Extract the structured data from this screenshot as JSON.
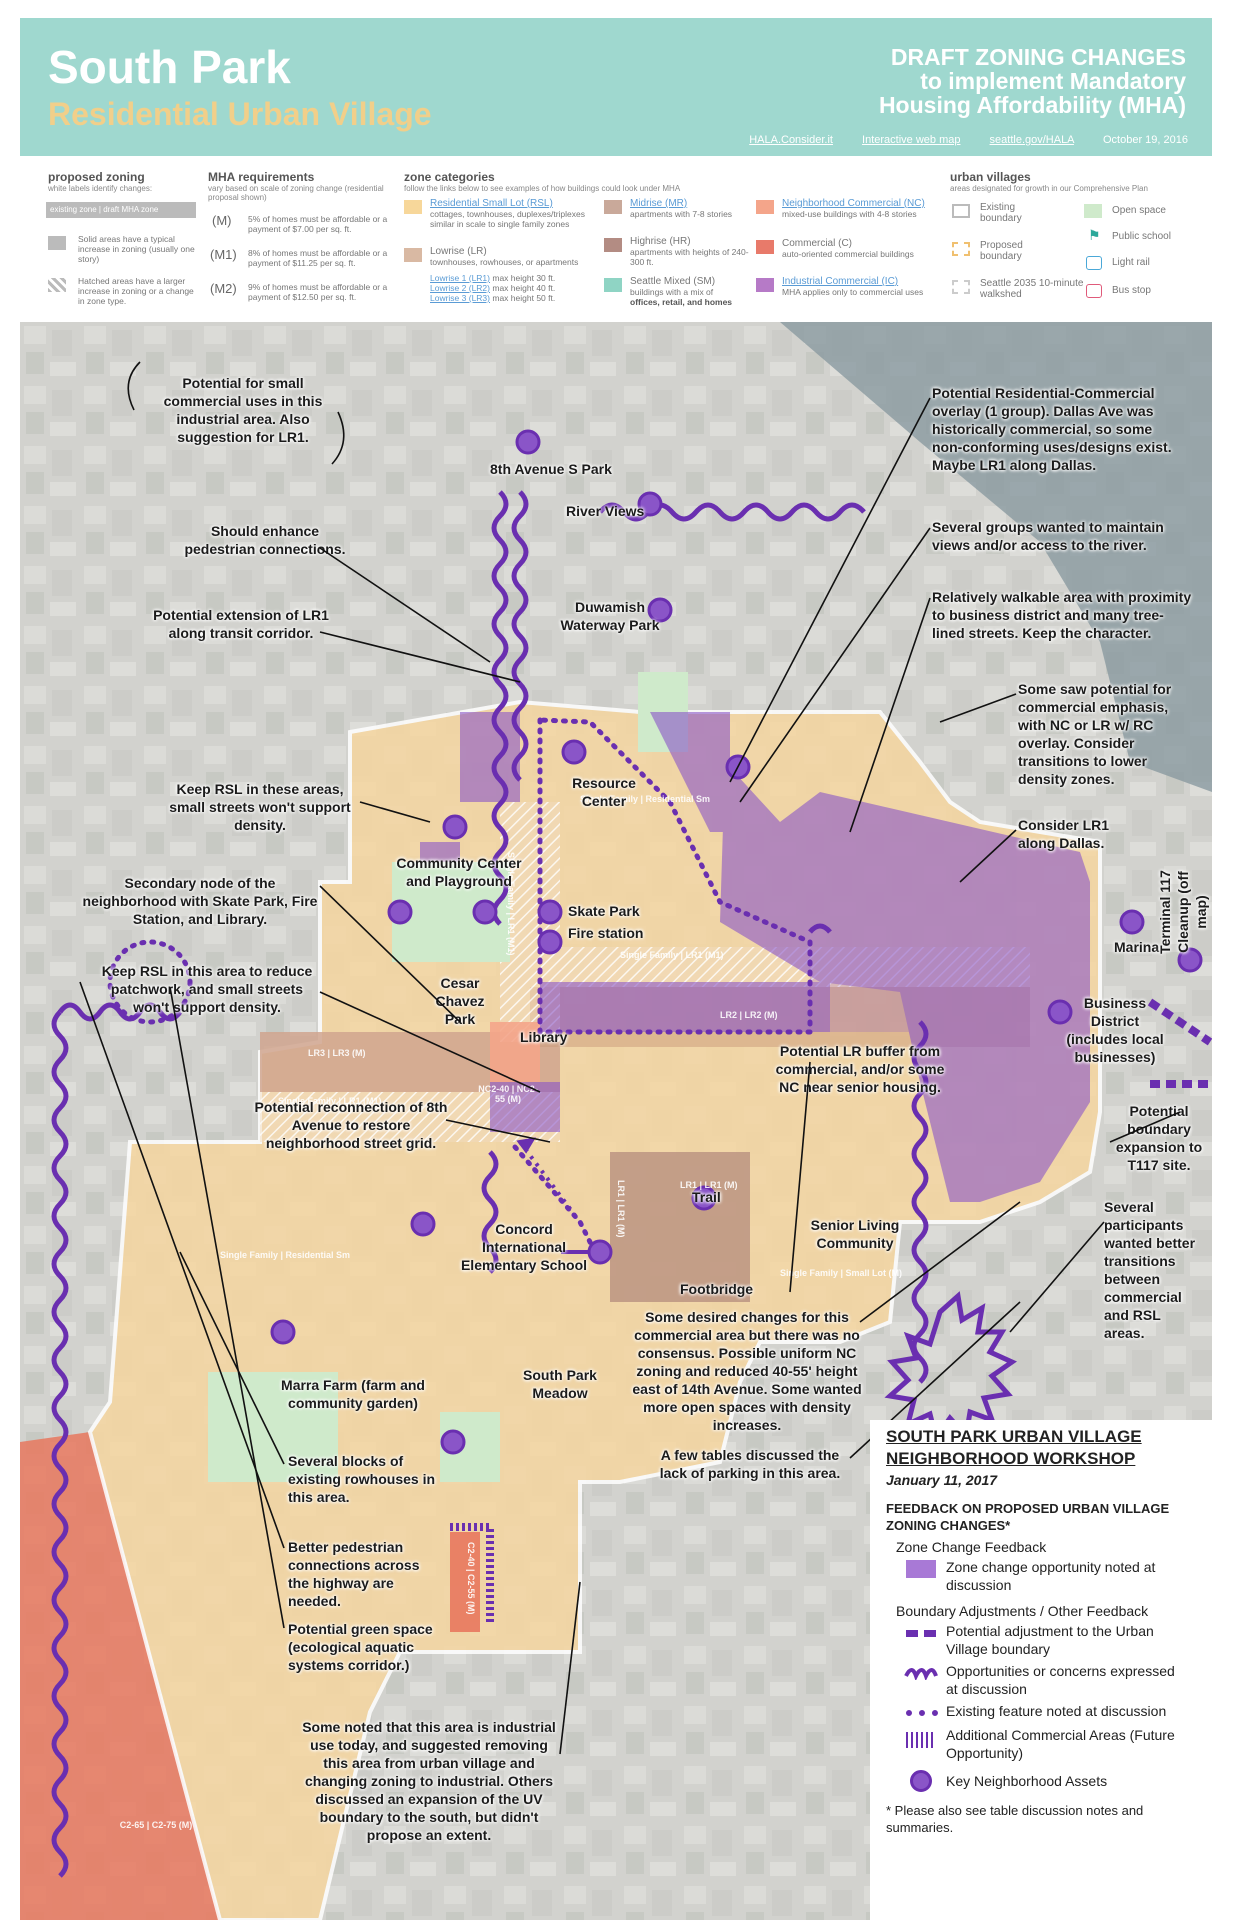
{
  "header": {
    "title": "South Park",
    "subtitle": "Residential Urban Village",
    "draft_line1": "DRAFT ZONING CHANGES",
    "draft_line2": "to implement Mandatory",
    "draft_line3": "Housing Affordability (MHA)",
    "link1": "HALA.Consider.it",
    "link2": "Interactive web map",
    "link3": "seattle.gov/HALA",
    "date": "October 19, 2016"
  },
  "legend": {
    "proposed_zoning": {
      "heading": "proposed zoning",
      "sub": "white labels identify changes:",
      "chip": "existing zone | draft MHA zone",
      "solid": "Solid areas have a typical increase in zoning (usually one story)",
      "hatched": "Hatched areas have a larger increase in zoning or a change in zone type."
    },
    "mha": {
      "heading": "MHA requirements",
      "sub": "vary based on scale of zoning change (residential proposal shown)",
      "items": [
        {
          "code": "(M)",
          "text": "5% of homes must be affordable or a payment of $7.00 per sq. ft."
        },
        {
          "code": "(M1)",
          "text": "8% of homes must be affordable or a payment of $11.25 per sq. ft."
        },
        {
          "code": "(M2)",
          "text": "9% of homes must be affordable or a payment of $12.50 per sq. ft."
        }
      ]
    },
    "zones": {
      "heading": "zone categories",
      "sub": "follow the links below to see examples of how buildings could look under MHA",
      "rsl": "Residential Small Lot (RSL)",
      "rsl_d": "cottages, townhouses, duplexes/triplexes similar in scale to single family zones",
      "lr": "Lowrise (LR)",
      "lr_d": "townhouses, rowhouses, or apartments",
      "lr1": "Lowrise 1 (LR1)",
      "lr1_d": "max height 30 ft.",
      "lr2": "Lowrise 2 (LR2)",
      "lr2_d": "max height 40 ft.",
      "lr3": "Lowrise 3 (LR3)",
      "lr3_d": "max height 50 ft.",
      "mr": "Midrise (MR)",
      "mr_d": "apartments with 7-8 stories",
      "hr": "Highrise (HR)",
      "hr_d": "apartments with heights of 240-300 ft.",
      "sm": "Seattle Mixed (SM)",
      "sm_d": "buildings with a mix of",
      "sm_d2": "offices, retail, and homes",
      "nc": "Neighborhood Commercial (NC)",
      "nc_d": "mixed-use buildings with 4-8 stories",
      "c": "Commercial (C)",
      "c_d": "auto-oriented commercial buildings",
      "ic": "Industrial Commercial (IC)",
      "ic_d": "MHA applies only to commercial uses"
    },
    "uv": {
      "heading": "urban villages",
      "sub": "areas designated for growth in our Comprehensive Plan",
      "existing": "Existing boundary",
      "proposed": "Proposed boundary",
      "walkshed": "Seattle 2035 10-minute walkshed",
      "open": "Open space",
      "school": "Public school",
      "rail": "Light rail",
      "bus": "Bus stop"
    }
  },
  "places": {
    "park8": "8th Avenue S Park",
    "river": "River Views",
    "duwamish": "Duwamish Waterway Park",
    "resource": "Resource Center",
    "community": "Community Center and Playground",
    "skate": "Skate Park",
    "fire": "Fire station",
    "cesar": "Cesar Chavez Park",
    "library": "Library",
    "marina": "Marina",
    "terminal": "Terminal 117 Cleanup (off map)",
    "business": "Business District (includes local businesses)",
    "trail": "Trail",
    "footbridge": "Footbridge",
    "concord": "Concord International Elementary School",
    "senior": "Senior Living Community",
    "marra": "Marra Farm (farm and community garden)",
    "meadow": "South Park Meadow"
  },
  "zone_labels": {
    "sf1": "Single Family | Residential Sm",
    "sf2": "Single Family | LR1 (M1)",
    "sf3": "Single Family | Residential Sm",
    "sf4": "Single Family | LR1 (M1)",
    "lr2": "LR2 | LR2 (M)",
    "lr3": "LR3 | LR3 (M)",
    "nc": "NC2-40 | NC2-55 (M)",
    "c2": "C2-65 | C2-75 (M)",
    "c2b": "C2-40 | C2-55 (M)",
    "lr1": "LR1 | LR1 (M)",
    "lr1b": "LR1 | LR1 (M)",
    "lr1c": "Single Family | LR1 (M1)",
    "sm2": "Single Family | Small Lot (M)"
  },
  "annotations": {
    "a1": "Potential for small commercial uses in this industrial area. Also suggestion for LR1.",
    "a2": "Should enhance pedestrian connections.",
    "a3": "Potential extension of LR1 along transit corridor.",
    "a4": "Keep RSL in these areas, small streets won't support density.",
    "a5": "Secondary node of the neighborhood with Skate Park, Fire Station, and Library.",
    "a6": "Keep RSL in this area to reduce patchwork, and small streets won't support density.",
    "a7": "Potential reconnection of 8th Avenue to restore neighborhood street grid.",
    "a8": "Several blocks of existing rowhouses in this area.",
    "a9": "Better pedestrian connections across the highway are needed.",
    "a10": "Potential green space (ecological aquatic systems corridor.)",
    "a11": "Some noted that this area is industrial use today, and suggested removing this area from urban village and changing zoning to industrial. Others discussed an expansion of the UV boundary to the south, but didn't propose an extent.",
    "a12": "Potential Residential-Commercial overlay (1 group). Dallas Ave was historically commercial, so some non-conforming uses/designs exist. Maybe LR1 along Dallas.",
    "a13": "Several groups wanted to maintain views and/or access to the river.",
    "a14": "Relatively walkable area with proximity to business district and many tree-lined streets. Keep the character.",
    "a15": "Some saw potential for commercial emphasis, with NC or LR w/ RC overlay. Consider transitions to lower density zones.",
    "a16": "Consider LR1 along Dallas.",
    "a17": "Potential LR buffer from commercial, and/or some NC near senior housing.",
    "a18": "Potential boundary expansion to T117 site.",
    "a19": "Several participants wanted better transitions between commercial and RSL areas.",
    "a20": "Some desired changes for this commercial area but there was no consensus. Possible uniform NC zoning and reduced 40-55' height east of 14th Avenue. Some wanted more open spaces with density increases.",
    "a21": "A few tables discussed the lack of parking in this area."
  },
  "workshop": {
    "title1": "SOUTH PARK URBAN VILLAGE",
    "title2": "NEIGHBORHOOD WORKSHOP",
    "date": "January 11, 2017",
    "feedback": "FEEDBACK ON PROPOSED URBAN VILLAGE ZONING CHANGES*",
    "zone_change": "Zone Change Feedback",
    "zone_opp": "Zone change opportunity noted at discussion",
    "boundary": "Boundary Adjustments / Other Feedback",
    "adj": "Potential adjustment to the Urban Village boundary",
    "opp": "Opportunities or concerns expressed at discussion",
    "exist": "Existing feature noted at discussion",
    "commercial": "Additional Commercial Areas (Future Opportunity)",
    "assets": "Key Neighborhood Assets",
    "note": "* Please also see table discussion notes and summaries."
  },
  "colors": {
    "accent": "#7b3fb5",
    "header": "#9fd8cf",
    "rsl": "#f7d79a",
    "lr": "#c99a7a",
    "nc": "#f4a58a",
    "c": "#e87a6a",
    "sm": "#8fd4c4",
    "ic": "#b67ac7"
  }
}
